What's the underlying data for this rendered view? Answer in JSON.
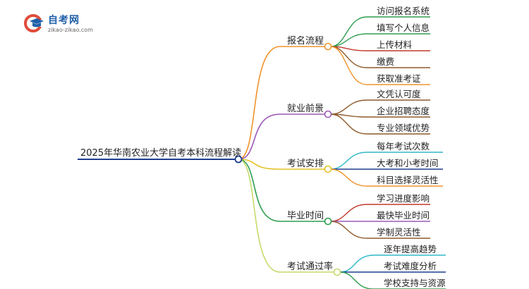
{
  "logo": {
    "name": "自考网",
    "url": "zikao-zikao.com"
  },
  "mindmap": {
    "root": "2025年华南农业大学自考本科流程解读",
    "branches": [
      {
        "label": "报名流程",
        "color": "#f0932b",
        "children": [
          {
            "label": "访问报名系统",
            "color": "#2e9e4f"
          },
          {
            "label": "填写个人信息",
            "color": "#2e9e4f"
          },
          {
            "label": "上传材料",
            "color": "#c0392b"
          },
          {
            "label": "缴费",
            "color": "#8e5a2b"
          },
          {
            "label": "获取准考证",
            "color": "#f0932b"
          }
        ]
      },
      {
        "label": "就业前景",
        "color": "#9b59b6",
        "children": [
          {
            "label": "文凭认可度",
            "color": "#8e5a2b"
          },
          {
            "label": "企业招聘态度",
            "color": "#8e5a2b"
          },
          {
            "label": "专业领域优势",
            "color": "#8e5a2b"
          }
        ]
      },
      {
        "label": "考试安排",
        "color": "#e6c229",
        "children": [
          {
            "label": "每年考试次数",
            "color": "#2eb8c9"
          },
          {
            "label": "大考和小考时间",
            "color": "#1f3f8f"
          },
          {
            "label": "科目选择灵活性",
            "color": "#f0932b"
          }
        ]
      },
      {
        "label": "毕业时间",
        "color": "#2e9e4f",
        "children": [
          {
            "label": "学习进度影响",
            "color": "#c0392b"
          },
          {
            "label": "最快毕业时间",
            "color": "#9b59b6"
          },
          {
            "label": "学制灵活性",
            "color": "#8e5a2b"
          }
        ]
      },
      {
        "label": "考试通过率",
        "color": "#c8d86b",
        "children": [
          {
            "label": "逐年提高趋势",
            "color": "#2eb8c9"
          },
          {
            "label": "考试难度分析",
            "color": "#1f3f8f"
          },
          {
            "label": "学校支持与资源",
            "color": "#2e9e4f"
          }
        ]
      }
    ]
  }
}
